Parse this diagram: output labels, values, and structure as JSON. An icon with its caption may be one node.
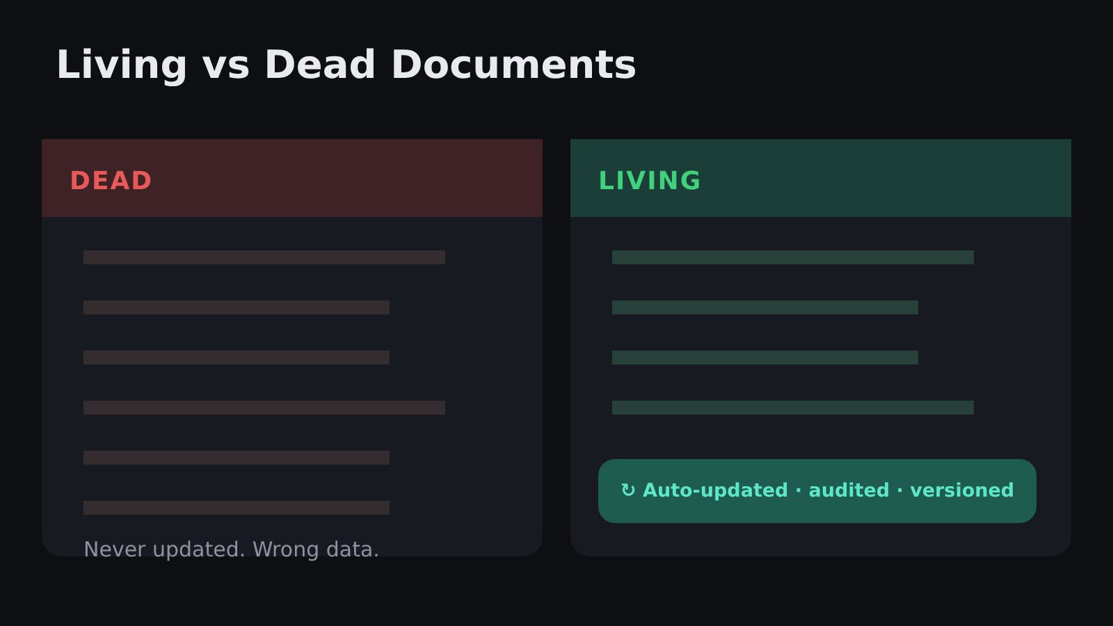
{
  "diagram": {
    "title": "Living vs Dead Documents",
    "nodes": [
      {
        "text": [
          "DEAD",
          "Never updated. Wrong data."
        ]
      },
      {
        "text": [
          "LIVING"
        ]
      },
      {
        "text": [
          "↻ Auto-updated · audited · versioned"
        ],
        "in": 1
      }
    ]
  }
}
